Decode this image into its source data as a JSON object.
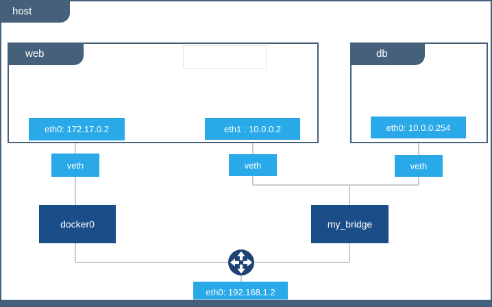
{
  "diagram": {
    "host": {
      "label": "host"
    },
    "web": {
      "label": "web",
      "eth0_badge": "eth0: 172.17.0.2",
      "eth1_badge": "eth1 : 10.0.0.2"
    },
    "db": {
      "label": "db",
      "eth0_badge": "eth0: 10.0.0.254"
    },
    "veth": {
      "label": "veth"
    },
    "docker0": {
      "label": "docker0"
    },
    "my_bridge": {
      "label": "my_bridge"
    },
    "host_eth0": {
      "label": "eth0: 192.168.1.2"
    },
    "icons": {
      "router": "router-cross-arrows-icon"
    },
    "colors": {
      "slate": "#44607b",
      "badge_blue": "#29a9e8",
      "bridge_blue": "#1b4e89",
      "router_navy": "#1d4374",
      "connector_gray": "#b9b9b9"
    }
  }
}
